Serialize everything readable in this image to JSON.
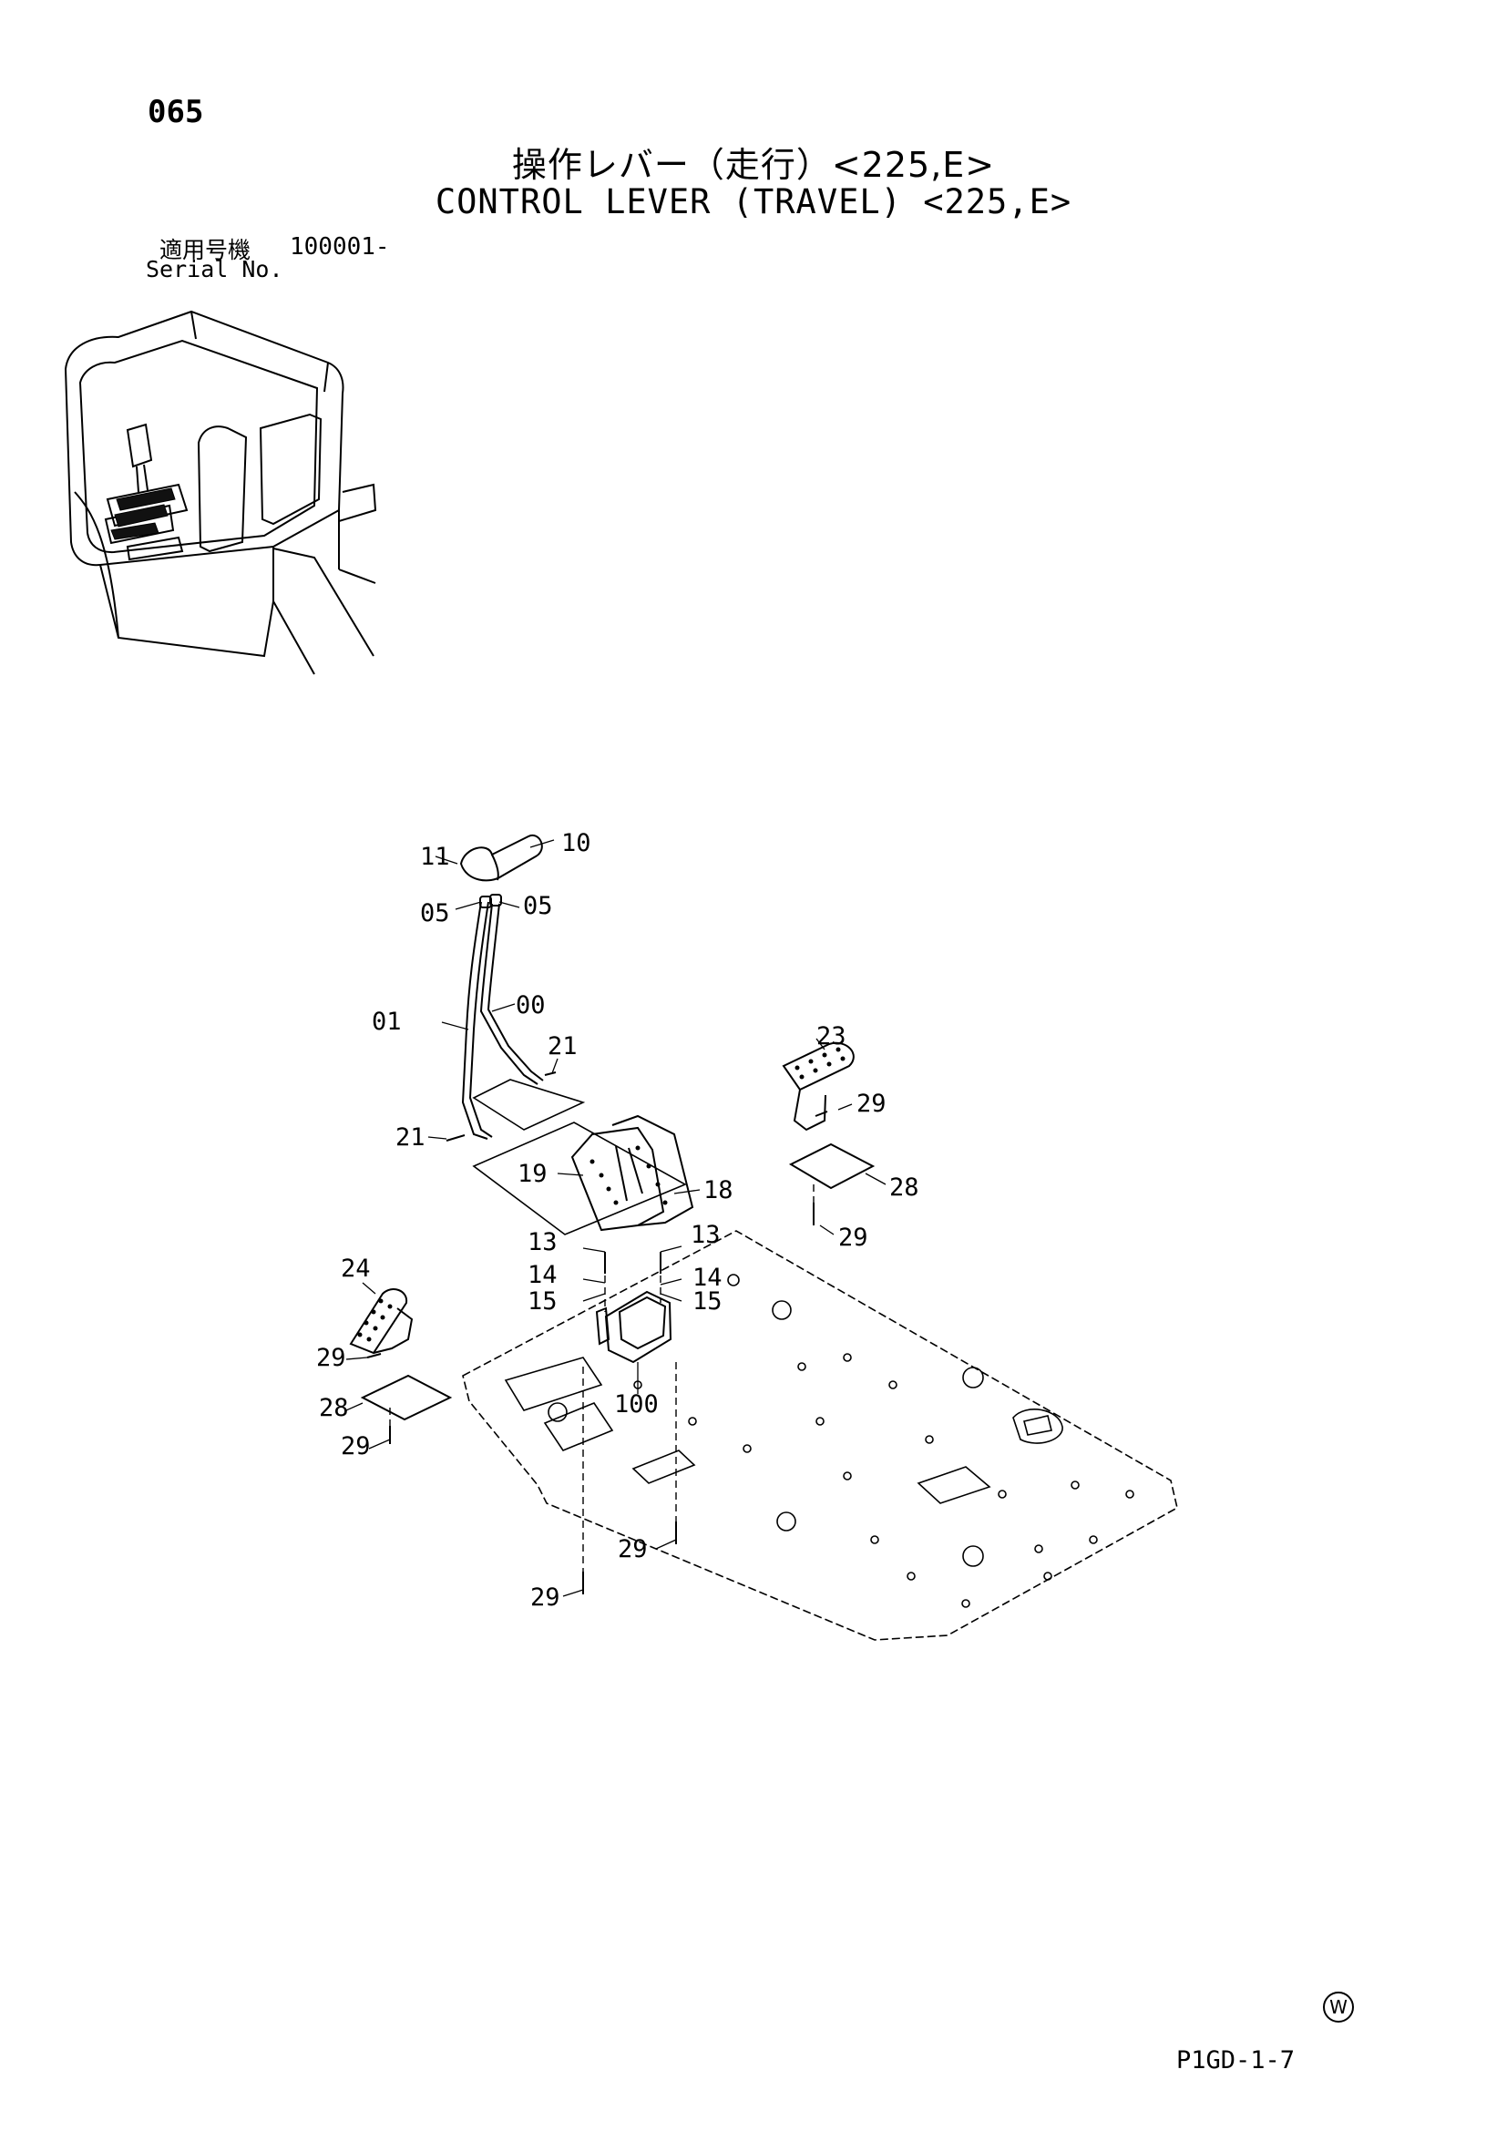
{
  "page_number": "065",
  "title_ja": "操作レバー（走行）<225,E>",
  "title_en": "CONTROL LEVER (TRAVEL) <225,E>",
  "serial": {
    "label_ja": "適用号機",
    "value": "100001-",
    "label_en": "Serial No."
  },
  "callouts": {
    "c10": "10",
    "c11": "11",
    "c05a": "05",
    "c05b": "05",
    "c01": "01",
    "c00": "00",
    "c21a": "21",
    "c21b": "21",
    "c19": "19",
    "c18": "18",
    "c23": "23",
    "c29a": "29",
    "c28a": "28",
    "c29b": "29",
    "c13a": "13",
    "c13b": "13",
    "c14a": "14",
    "c14b": "14",
    "c15a": "15",
    "c15b": "15",
    "c24": "24",
    "c29c": "29",
    "c28b": "28",
    "c29d": "29",
    "c100": "100",
    "c29e": "29",
    "c29f": "29"
  },
  "footer_code": "P1GD-1-7",
  "watermark": "W"
}
